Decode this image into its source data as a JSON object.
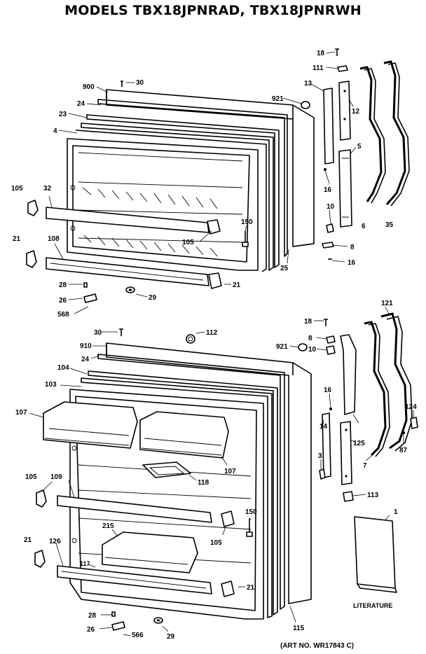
{
  "title": "MODELS TBX18JPNRAD, TBX18JPNRWH",
  "art_number": "(ART NO. WR17843 C)",
  "literature_label": "LITERATURE",
  "callouts": {
    "freezer_door": {
      "c900": "900",
      "c30": "30",
      "c24": "24",
      "c23": "23",
      "c4": "4",
      "c105a": "105",
      "c32": "32",
      "c21a": "21",
      "c108": "108",
      "c28": "28",
      "c26": "26",
      "c568": "568",
      "c29": "29",
      "c21b": "21",
      "c105b": "105",
      "c150": "150",
      "c25": "25",
      "c921": "921",
      "c13": "13",
      "c18a": "18",
      "c111": "111",
      "c12": "12",
      "c5": "5",
      "c16a": "16",
      "c10": "10",
      "c8": "8",
      "c16b": "16",
      "c6": "6",
      "c35": "35"
    },
    "fresh_food_door": {
      "c30": "30",
      "c112": "112",
      "c910": "910",
      "c24": "24",
      "c104": "104",
      "c103": "103",
      "c107a": "107",
      "c107b": "107",
      "c105a": "105",
      "c109": "109",
      "c118": "118",
      "c150": "150",
      "c215": "215",
      "c105b": "105",
      "c21a": "21",
      "c126": "126",
      "c117": "117",
      "c21b": "21",
      "c28": "28",
      "c26": "26",
      "c566": "566",
      "c29": "29",
      "c115": "115",
      "c921": "921",
      "c18": "18",
      "c8": "8",
      "c10": "10",
      "c16": "16",
      "c14": "14",
      "c3": "3",
      "c121": "121",
      "c124": "124",
      "c125": "125",
      "c7": "7",
      "c87": "87",
      "c113": "113",
      "c1": "1"
    }
  }
}
